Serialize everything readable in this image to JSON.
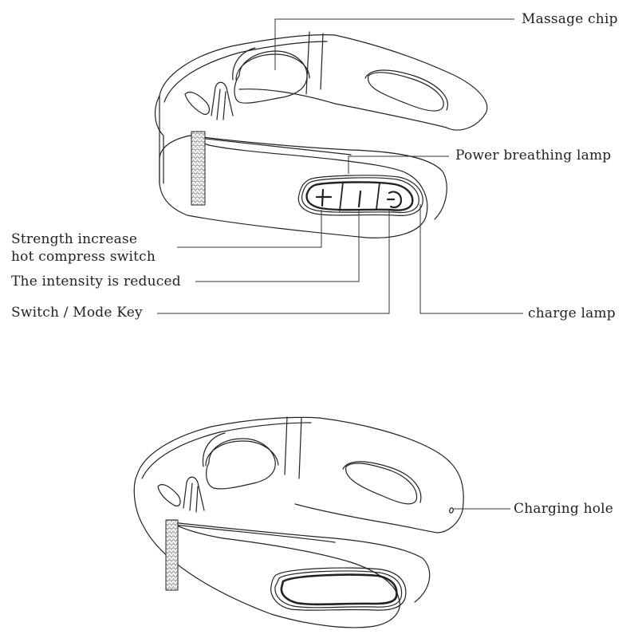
{
  "diagram": {
    "type": "product-callout-diagram",
    "subject": "neck massager",
    "colors": {
      "line": "#222222",
      "background": "#ffffff",
      "mesh": "#999999"
    },
    "top_view": {
      "labels": {
        "massage_chip": "Massage chip",
        "power_breathing_lamp": "Power breathing lamp",
        "strength_increase_line1": "Strength increase",
        "strength_increase_line2": "hot compress switch",
        "intensity_reduced": "The intensity is reduced",
        "switch_mode_key": "Switch / Mode Key",
        "charge_lamp": "charge lamp"
      },
      "buttons": [
        {
          "name": "plus",
          "glyph": "+"
        },
        {
          "name": "minus",
          "glyph": "|"
        },
        {
          "name": "power",
          "glyph": "⏻"
        }
      ]
    },
    "bottom_view": {
      "labels": {
        "charging_hole": "Charging hole"
      }
    }
  }
}
